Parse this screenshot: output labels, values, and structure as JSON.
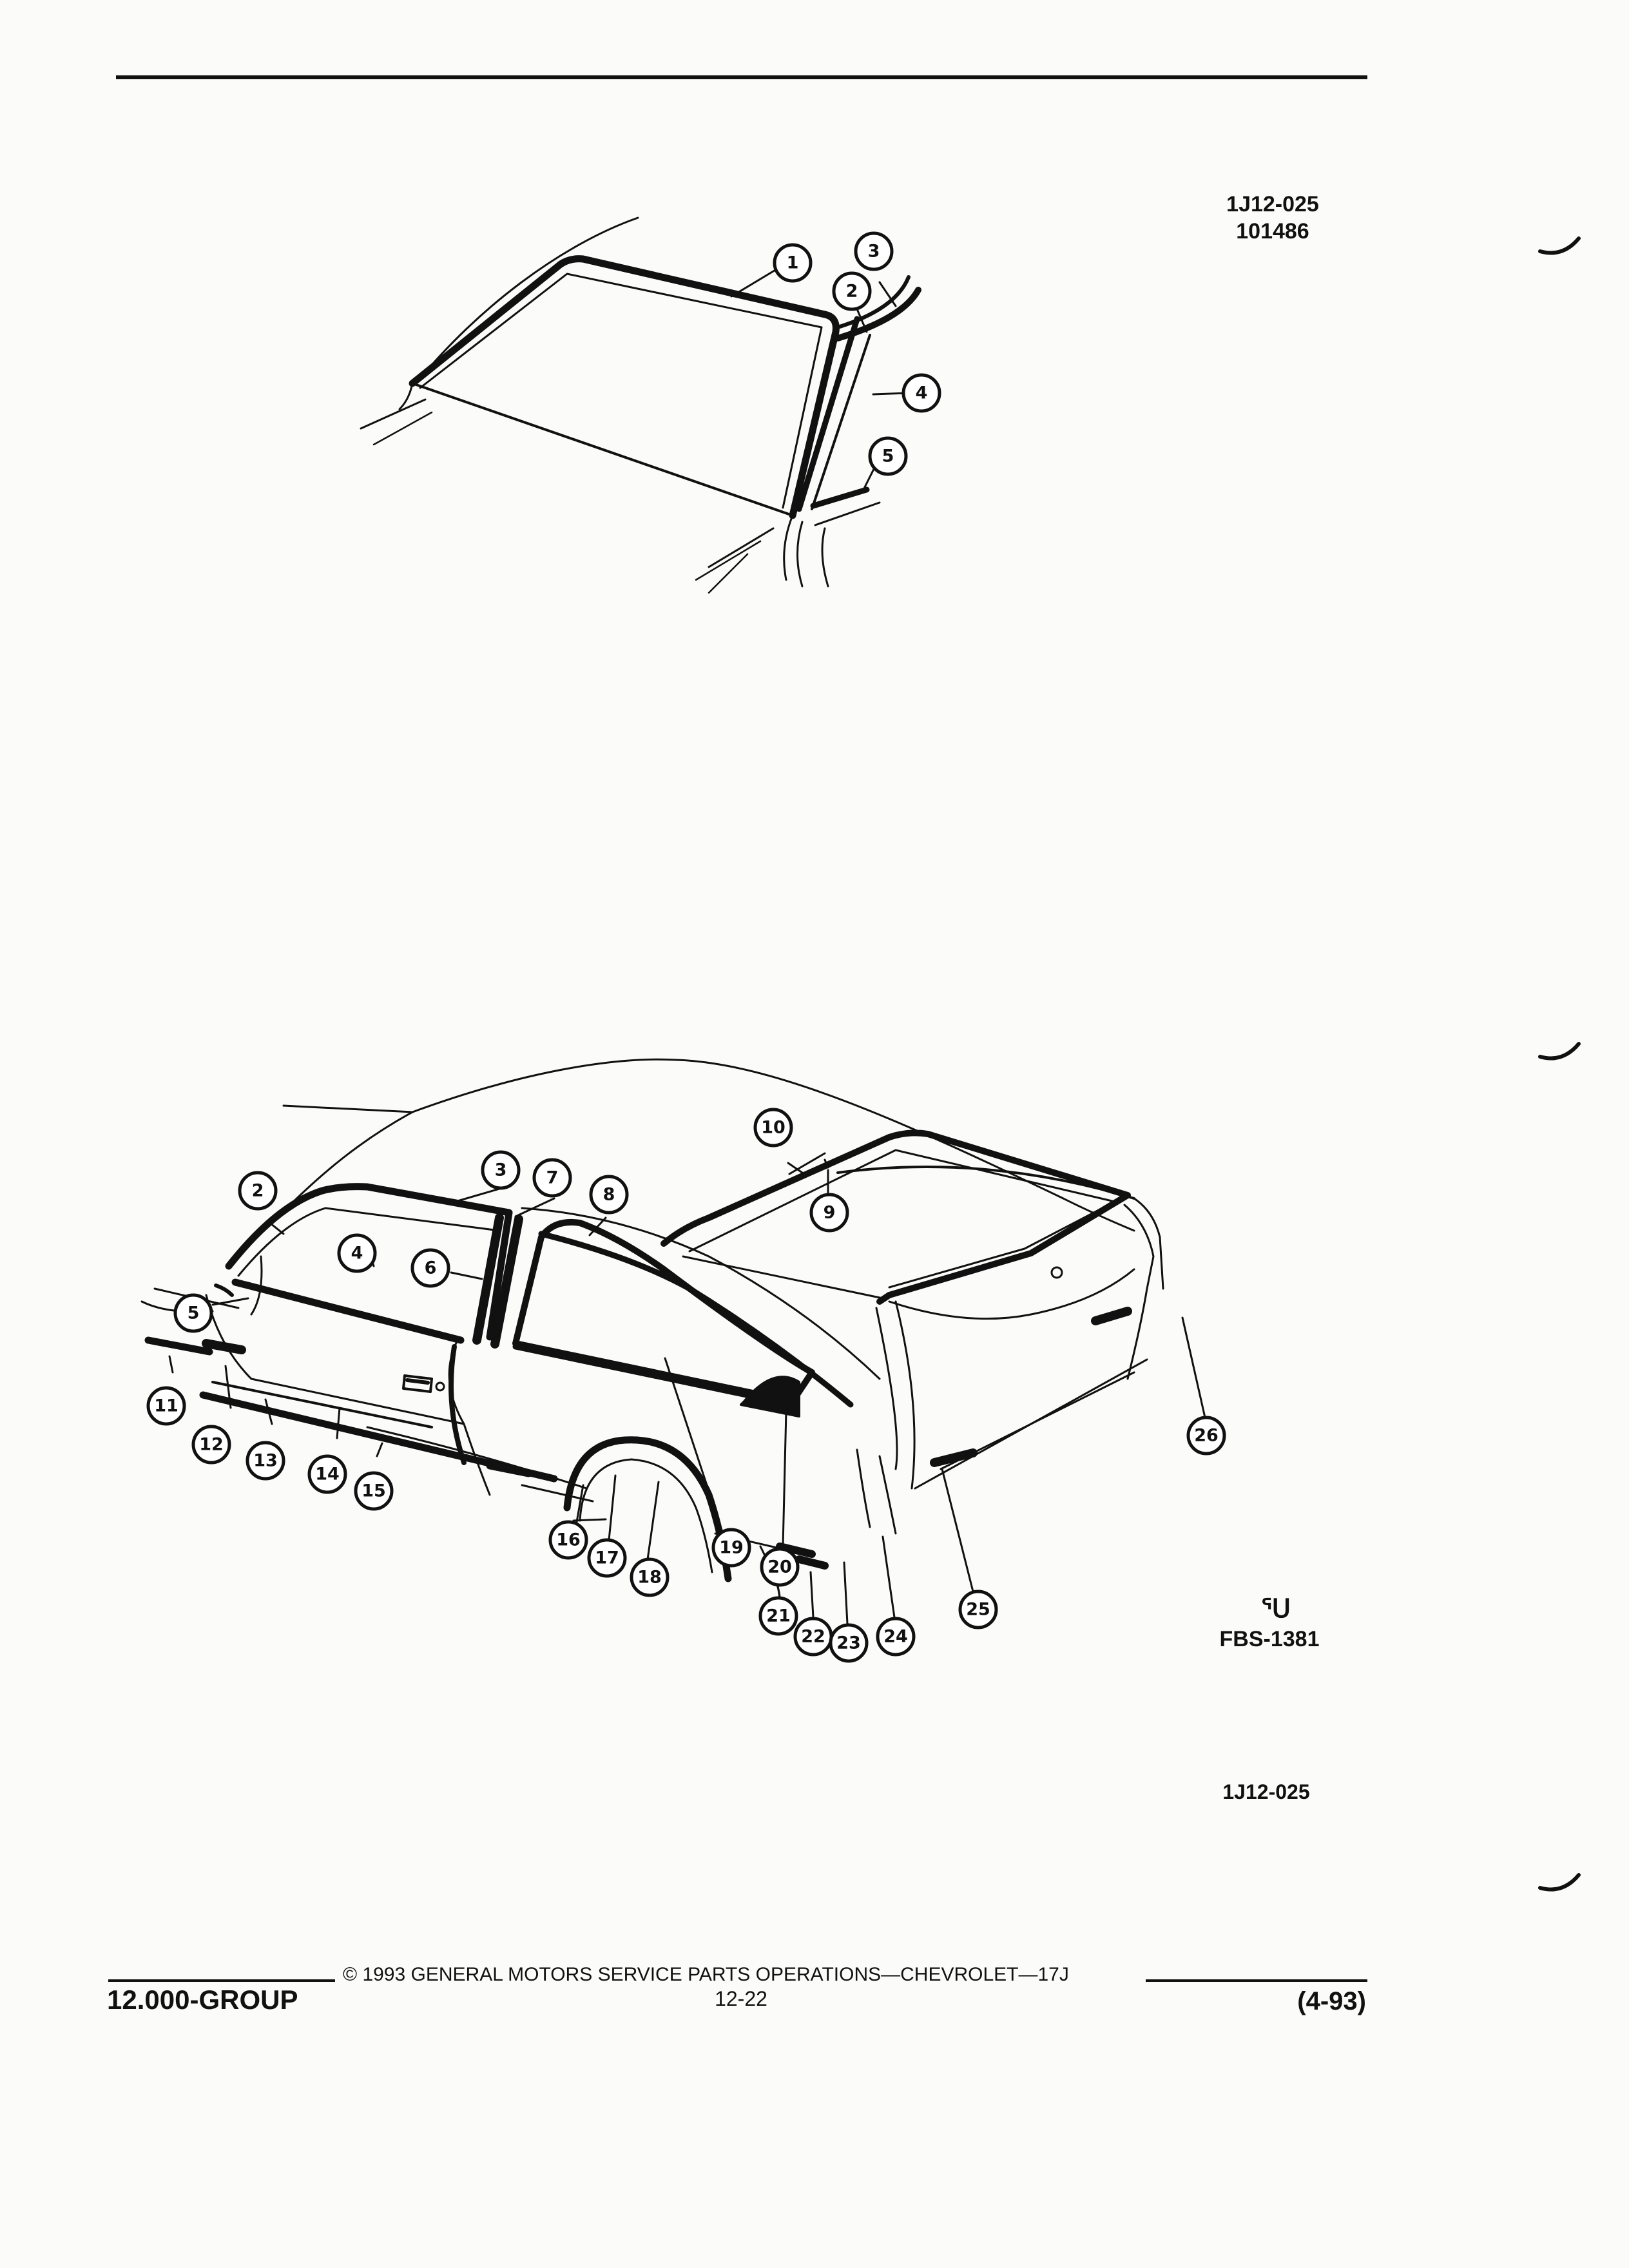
{
  "page": {
    "figure_top": {
      "refs": [
        "1J12-025",
        "101486"
      ]
    },
    "figure_bottom": {
      "logo_glyph": "ᕐᑌ",
      "ref": "FBS-1381",
      "bottom_ref": "1J12-025"
    },
    "footer": {
      "group": "12.000-GROUP",
      "copyright": "© 1993 GENERAL MOTORS SERVICE PARTS OPERATIONS—CHEVROLET—17J",
      "page_number": "12-22",
      "date": "(4-93)"
    }
  },
  "callouts_top": [
    "1",
    "2",
    "3",
    "4",
    "5"
  ],
  "callouts_bottom": [
    "2",
    "3",
    "4",
    "5",
    "6",
    "7",
    "8",
    "9",
    "10",
    "11",
    "12",
    "13",
    "14",
    "15",
    "16",
    "17",
    "18",
    "19",
    "20",
    "21",
    "22",
    "23",
    "24",
    "25",
    "26"
  ]
}
